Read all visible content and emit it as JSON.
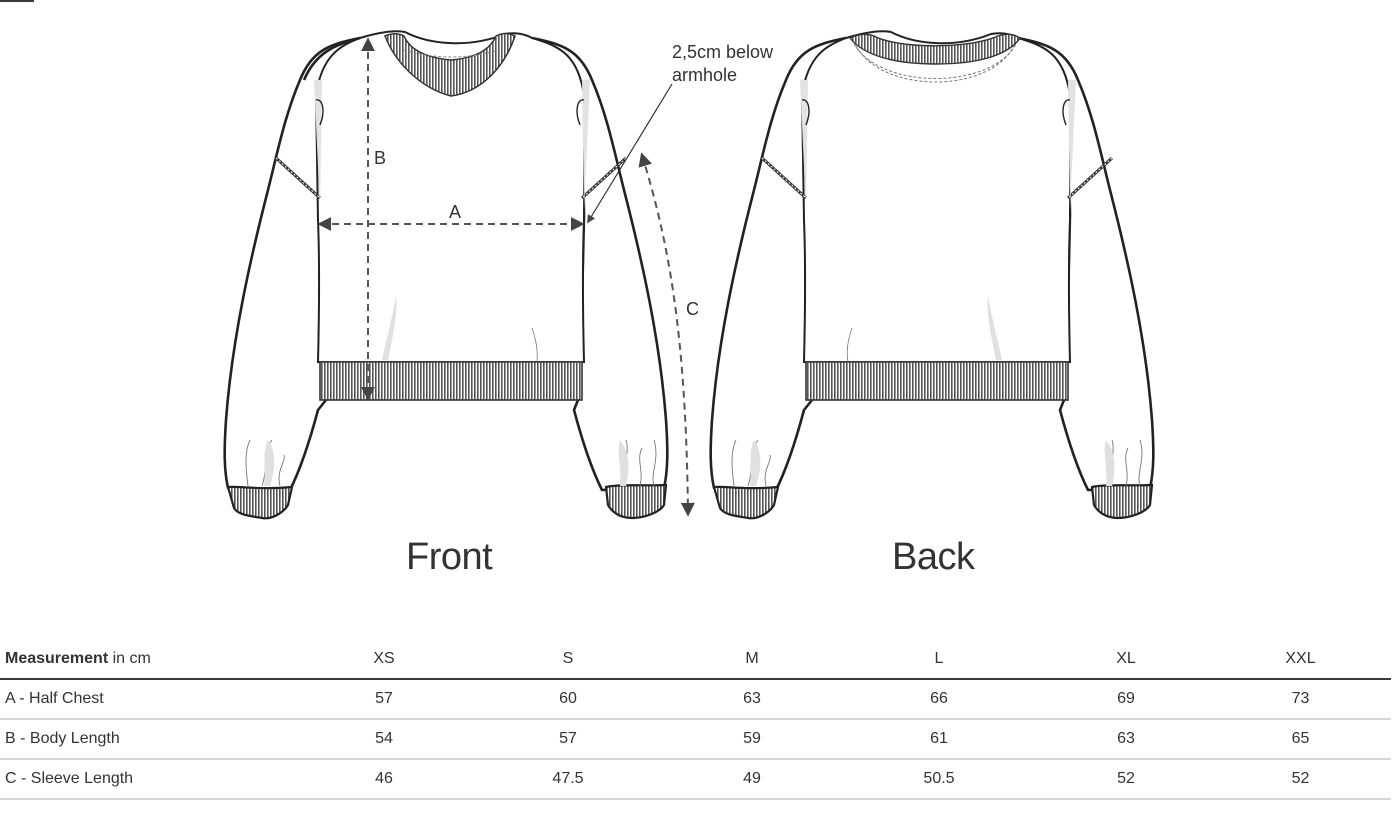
{
  "diagram": {
    "views": [
      {
        "id": "front",
        "label": "Front"
      },
      {
        "id": "back",
        "label": "Back"
      }
    ],
    "annotations": {
      "a": "A",
      "b": "B",
      "c": "C",
      "note_line1": "2,5cm below",
      "note_line2": "armhole"
    },
    "colors": {
      "outline": "#222222",
      "rib": "#555555",
      "dash": "#555555",
      "shadow": "#e0e0e0"
    }
  },
  "table": {
    "header": {
      "measurement_bold": "Measurement",
      "measurement_unit": " in cm",
      "sizes": [
        "XS",
        "S",
        "M",
        "L",
        "XL",
        "XXL"
      ]
    },
    "rows": [
      {
        "label": "A - Half Chest",
        "values": [
          "57",
          "60",
          "63",
          "66",
          "69",
          "73"
        ]
      },
      {
        "label": "B - Body Length",
        "values": [
          "54",
          "57",
          "59",
          "61",
          "63",
          "65"
        ]
      },
      {
        "label": "C - Sleeve Length",
        "values": [
          "46",
          "47.5",
          "49",
          "50.5",
          "52",
          "52"
        ]
      }
    ]
  }
}
